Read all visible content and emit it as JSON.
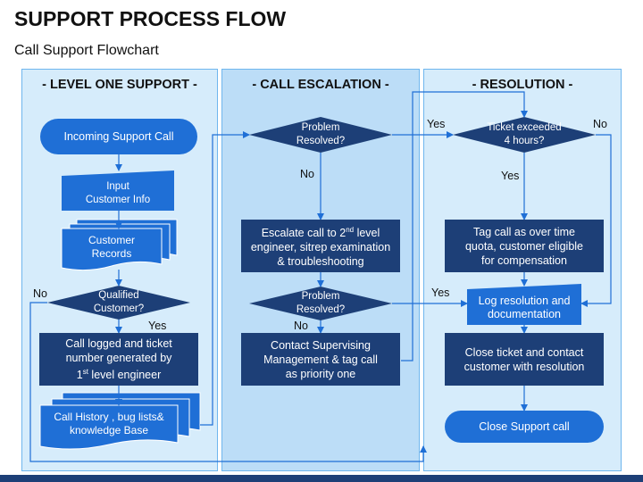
{
  "title": "SUPPORT PROCESS FLOW",
  "subtitle": "Call Support Flowchart",
  "columns": {
    "level_one": "- LEVEL ONE SUPPORT -",
    "escalation": "- CALL ESCALATION -",
    "resolution": "- RESOLUTION -"
  },
  "level_one": {
    "incoming": "Incoming Support Call",
    "input_line1": "Input",
    "input_line2": "Customer Info",
    "records_line1": "Customer",
    "records_line2": "Records",
    "qualified_line1": "Qualified",
    "qualified_line2": "Customer?",
    "logged_line1": "Call logged and ticket",
    "logged_line2": "number generated by",
    "logged_line3_prefix": "1",
    "logged_line3_sup": "st",
    "logged_line3_suffix": " level engineer",
    "history_line1": "Call History , bug lists&",
    "history_line2": "knowledge Base"
  },
  "escalation": {
    "resolved1_line1": "Problem",
    "resolved1_line2": "Resolved?",
    "escalate_line1_prefix": "Escalate call to 2",
    "escalate_line1_sup": "nd",
    "escalate_line1_suffix": " level",
    "escalate_line2": "engineer, sitrep examination",
    "escalate_line3": "& troubleshooting",
    "resolved2_line1": "Problem",
    "resolved2_line2": "Resolved?",
    "contact_line1": "Contact Supervising",
    "contact_line2": "Management & tag call",
    "contact_line3": "as priority one"
  },
  "resolution": {
    "exceeded_line1": "Ticket exceeded",
    "exceeded_line2": "4 hours?",
    "tag_line1": "Tag call as over time",
    "tag_line2": "quota, customer eligible",
    "tag_line3": "for compensation",
    "log_line1": "Log resolution and",
    "log_line2": "documentation",
    "close_line1": "Close ticket and contact",
    "close_line2": "customer with resolution",
    "close_call": "Close Support call"
  },
  "labels": {
    "no_qualified": "No",
    "yes_qualified": "Yes",
    "no_resolved1": "No",
    "yes_resolved1": "Yes",
    "no_resolved2": "No",
    "yes_resolved2": "Yes",
    "no_exceeded": "No",
    "yes_exceeded": "Yes"
  },
  "colors": {
    "navy": "#1d3f77",
    "blue": "#1f6fd6",
    "panel": "#d6ecfb",
    "panel_mid": "#bcddf7"
  }
}
